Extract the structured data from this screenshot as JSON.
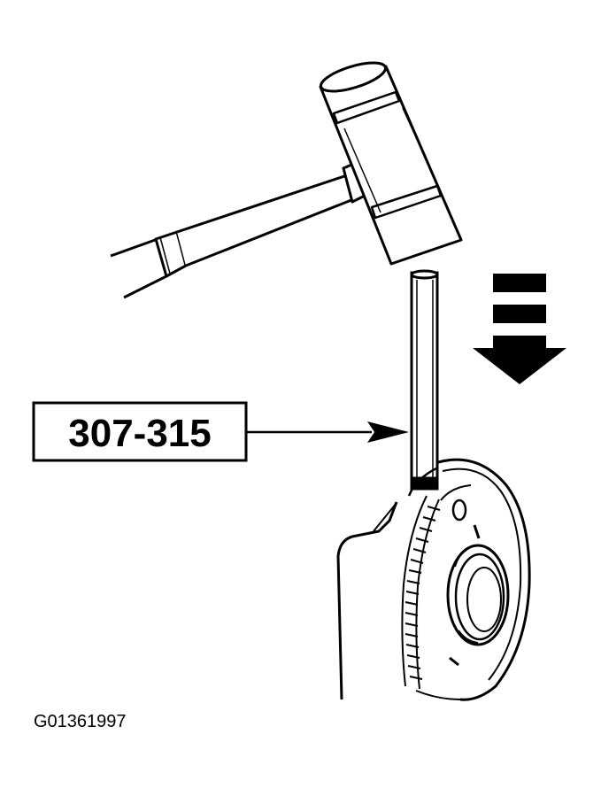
{
  "diagram": {
    "tool_label": "307-315",
    "figure_code": "G01361997",
    "colors": {
      "ink": "#000000",
      "paper": "#ffffff"
    },
    "icons": [
      "hammer-icon",
      "drift-pin",
      "downward-arrow-icon",
      "sprocket-assembly"
    ]
  }
}
